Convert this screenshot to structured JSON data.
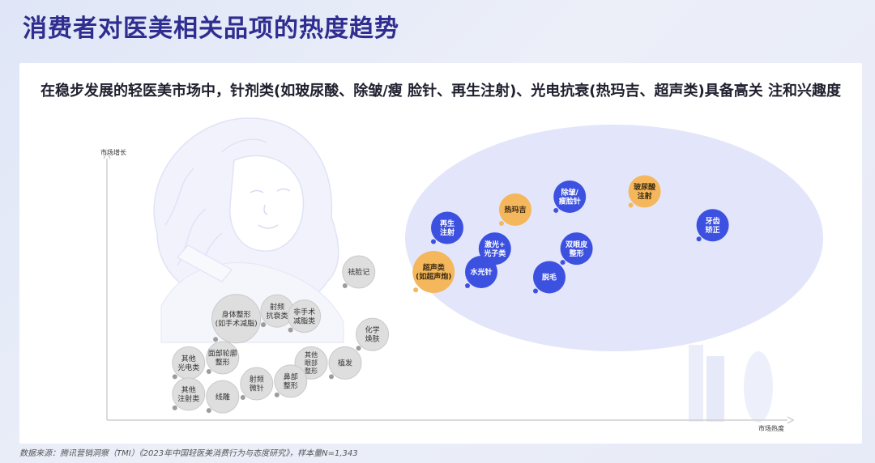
{
  "title": "消费者对医美相关品项的热度趋势",
  "subtitle": "在稳步发展的轻医美市场中，针剂类(如玻尿酸、除皱/瘦 脸针、再生注射)、光电抗衰(热玛吉、超声类)具备高关 注和兴趣度",
  "source": "数据来源：腾讯营销洞察（TMI）《2023年中国轻医美消费行为与态度研究》，样本量N=1,343",
  "colors": {
    "title": "#2f2d8f",
    "blue": "#3d51e0",
    "orange": "#f5b75c",
    "grey": "#9c9c9c",
    "ellipse": "#e3e6fa",
    "axis": "#cfcfcf"
  },
  "chart_data": {
    "type": "scatter",
    "xlabel": "市场热度",
    "ylabel": "市场增长",
    "xlim": [
      0,
      100
    ],
    "ylim": [
      0,
      100
    ],
    "highlight_region": "ellipse",
    "points": [
      {
        "label": "身体整形\n(如手术减脂)",
        "x": 19,
        "y": 39,
        "group": "grey",
        "size": "large"
      },
      {
        "label": "射频\n抗衰类",
        "x": 25,
        "y": 42,
        "group": "grey",
        "size": "small"
      },
      {
        "label": "非手术\n减脂类",
        "x": 29,
        "y": 40,
        "group": "grey",
        "size": "small"
      },
      {
        "label": "面部轮廓\n整形",
        "x": 17,
        "y": 24,
        "group": "grey",
        "size": "small"
      },
      {
        "label": "其他\n眼部\n整形",
        "x": 30,
        "y": 22,
        "group": "grey",
        "size": "small"
      },
      {
        "label": "其他\n光电类",
        "x": 12,
        "y": 22,
        "group": "grey",
        "size": "small"
      },
      {
        "label": "植发",
        "x": 35,
        "y": 22,
        "group": "grey",
        "size": "small"
      },
      {
        "label": "化学\n焕肤",
        "x": 39,
        "y": 33,
        "group": "grey",
        "size": "small"
      },
      {
        "label": "祛脸记",
        "x": 37,
        "y": 57,
        "group": "grey",
        "size": "small"
      },
      {
        "label": "其他\n注射类",
        "x": 12,
        "y": 10,
        "group": "grey",
        "size": "small"
      },
      {
        "label": "线雕",
        "x": 17,
        "y": 9,
        "group": "grey",
        "size": "small"
      },
      {
        "label": "射频\n微针",
        "x": 22,
        "y": 14,
        "group": "grey",
        "size": "small"
      },
      {
        "label": "鼻部\n整形",
        "x": 27,
        "y": 15,
        "group": "grey",
        "size": "small"
      },
      {
        "label": "再生\n注射",
        "x": 50,
        "y": 74,
        "group": "blue",
        "size": "small"
      },
      {
        "label": "热玛吉",
        "x": 60,
        "y": 81,
        "group": "orange",
        "size": "small"
      },
      {
        "label": "除皱/\n瘦脸针",
        "x": 68,
        "y": 86,
        "group": "blue",
        "size": "small"
      },
      {
        "label": "玻尿酸\n注射",
        "x": 79,
        "y": 88,
        "group": "orange",
        "size": "small"
      },
      {
        "label": "牙齿\n矫正",
        "x": 89,
        "y": 75,
        "group": "blue",
        "size": "small"
      },
      {
        "label": "激光+\n光子类",
        "x": 57,
        "y": 66,
        "group": "blue",
        "size": "small"
      },
      {
        "label": "双眼皮\n整形",
        "x": 69,
        "y": 66,
        "group": "blue",
        "size": "small"
      },
      {
        "label": "超声类\n(如超声炮)",
        "x": 48,
        "y": 57,
        "group": "orange",
        "size": "medium"
      },
      {
        "label": "水光针",
        "x": 55,
        "y": 57,
        "group": "blue",
        "size": "small"
      },
      {
        "label": "脱毛",
        "x": 65,
        "y": 55,
        "group": "blue",
        "size": "small"
      }
    ]
  }
}
